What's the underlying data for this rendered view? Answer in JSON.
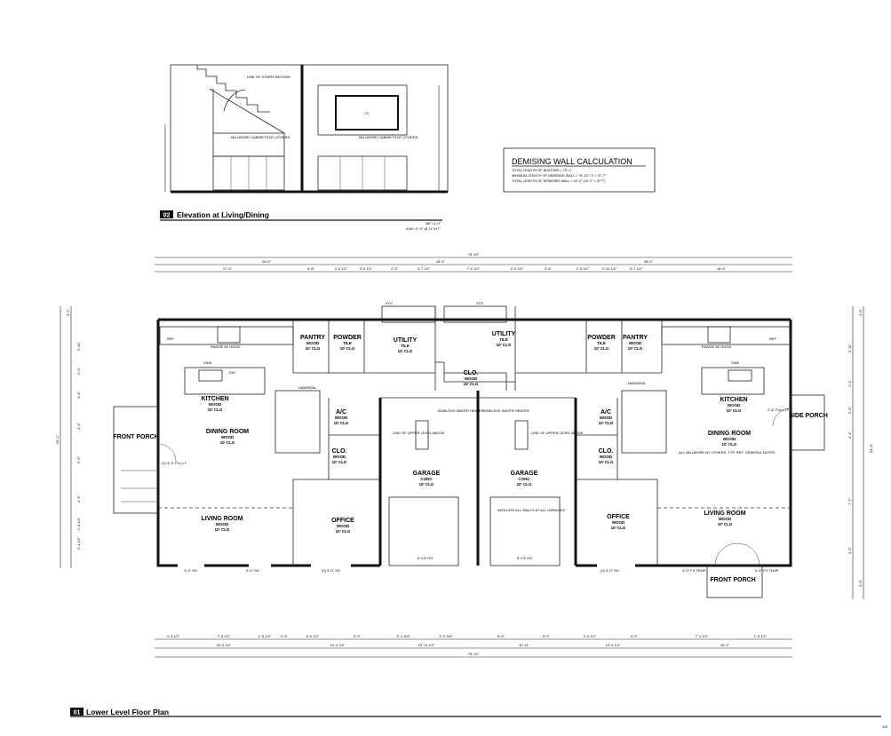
{
  "elevation": {
    "number": "02",
    "title": "Elevation at Living/Dining",
    "scale_line1": "3/8\"=1'-0\"",
    "scale_line2": "3/16\"=1'-0\" @ 11\"x17\"",
    "notes": [
      "LINE OF STAIRS BEYOND",
      "MILLWORK CABINETS BY OTHERS",
      "MILLWORK CABINETS BY OTHERS",
      "TV"
    ]
  },
  "demising": {
    "title": "DEMISING WALL CALCULATION",
    "lines": [
      "TOTAL LENGTH OF BUILDING = 75'-1\"",
      "MINIMUM LENGTH OF DEMISING WALL = 75'-10\" / 2 = 37'-7\"",
      "TOTAL LENGTH OF DEMISING WALL = 42'-2\" (42'-2\" > 37'7\")"
    ]
  },
  "plan": {
    "number": "01",
    "title": "Lower Level Floor Plan",
    "scale": "1/8\"",
    "rooms": [
      {
        "name": "KITCHEN",
        "sub": [
          "WOOD",
          "10' CLG"
        ]
      },
      {
        "name": "DINING ROOM",
        "sub": [
          "WOOD",
          "10' CLG"
        ]
      },
      {
        "name": "LIVING ROOM",
        "sub": [
          "WOOD",
          "10' CLG"
        ]
      },
      {
        "name": "OFFICE",
        "sub": [
          "WOOD",
          "10' CLG"
        ]
      },
      {
        "name": "PANTRY",
        "sub": [
          "WOOD",
          "10' CLG"
        ]
      },
      {
        "name": "POWDER",
        "sub": [
          "TILE",
          "10' CLG"
        ]
      },
      {
        "name": "UTILITY",
        "sub": [
          "TILE",
          "10' CLG"
        ]
      },
      {
        "name": "CLO.",
        "sub": [
          "WOOD",
          "10' CLG"
        ]
      },
      {
        "name": "A/C",
        "sub": [
          "WOOD",
          "10' CLG"
        ]
      },
      {
        "name": "CLO.",
        "sub": [
          "WOOD",
          "10' CLG"
        ]
      },
      {
        "name": "GARAGE",
        "sub": [
          "CONC",
          "10' CLG"
        ]
      },
      {
        "name": "GARAGE",
        "sub": [
          "CONC",
          "10' CLG"
        ]
      },
      {
        "name": "UTILITY",
        "sub": [
          "TILE",
          "10' CLG"
        ]
      },
      {
        "name": "POWDER",
        "sub": [
          "TILE",
          "10' CLG"
        ]
      },
      {
        "name": "PANTRY",
        "sub": [
          "WOOD",
          "10' CLG"
        ]
      },
      {
        "name": "KITCHEN",
        "sub": [
          "WOOD",
          "10' CLG"
        ]
      },
      {
        "name": "DINING ROOM",
        "sub": [
          "WOOD",
          "10' CLG"
        ]
      },
      {
        "name": "A/C",
        "sub": [
          "WOOD",
          "10' CLG"
        ]
      },
      {
        "name": "CLO.",
        "sub": [
          "WOOD",
          "10' CLG"
        ]
      },
      {
        "name": "OFFICE",
        "sub": [
          "WOOD",
          "10' CLG"
        ]
      },
      {
        "name": "LIVING ROOM",
        "sub": [
          "WOOD",
          "10' CLG"
        ]
      },
      {
        "name": "FRONT PORCH",
        "sub": []
      },
      {
        "name": "SIDE PORCH",
        "sub": []
      },
      {
        "name": "FRONT PORCH",
        "sub": []
      }
    ],
    "notes": [
      "TANKLESS WATER HEATER",
      "TANKLESS WATER HEATER",
      "LINE OF UPPER LEVEL ABOVE",
      "LINE OF UPPER LEVEL ABOVE",
      "INSULATE ALL WALLS AT ALL GARAGES",
      "ALL MILLWORK BY OTHERS, TYP. REF. GENERAL NOTES",
      "HANDRAIL",
      "HANDRAIL",
      "RANGE W/ HOOD",
      "RANGE W/ HOOD",
      "REF",
      "REF",
      "SINK",
      "SINK",
      "DW",
      "VTO",
      "VTO",
      "8' x 8' OH",
      "8' x 8' OH"
    ],
    "dims_top": {
      "overall": "75'-10\"",
      "left_half": "26'-0\"",
      "mid": "18'-4\"",
      "right_half": "36'-0\"",
      "row2": [
        "17'-0\"",
        "3'-8\"",
        "2'-6 1/2\"",
        "3'-0 1/2\"",
        "2'-0\"",
        "3'-7 1/2\"",
        "7'-0 1/2\"",
        "2'-0 1/2\"",
        "4'-6\"",
        "2'-5 1/2\"",
        "2'-10 1/2\"",
        "3'-7 1/2\"",
        "18'-9\""
      ]
    },
    "dims_bottom": {
      "row1": [
        "4'-3 1/2\"",
        "7'-6 1/2\"",
        "2'-5 1/2\"",
        "2'-6\"",
        "5'-0 1/2\"",
        "5'-4\"",
        "5'-1 3/4\"",
        "5'-3 3/4\"",
        "8'-6\"",
        "5'-0\"",
        "2'-0 1/2\"",
        "5'-4\"",
        "7'-1 1/2\"",
        "7'-3 1/2\""
      ],
      "row2": [
        "16'-6 1/2\"",
        "10'-4 1/2\"",
        "10'-11 1/2\"",
        "10'-11\"",
        "10'-4 1/2\"",
        "16'-2\""
      ],
      "overall": "75'-10\""
    },
    "dims_left": [
      "3'-2\"",
      "5'-11\"",
      "2'-0\"",
      "4'-6\"",
      "4'-4\"",
      "5'-6\"",
      "4'-9\"",
      "2'-6 1/2\"",
      "3'-4 1/2\""
    ],
    "dims_left_overall": "29'-2\"",
    "dims_right": [
      "1'-6\"",
      "5'-11\"",
      "7'-1\"",
      "2'-6\"",
      "4'-4\"",
      "7'-7\"",
      "3'-6\"",
      "3'-6\""
    ],
    "dims_right_overall": "34'-0\"",
    "window_tags": [
      "3'-0\" SH",
      "3'-0\" SH",
      "(2) 3'-0\" SH",
      "(2) 3'-0\" SH",
      "3'-0\" FX TEMP",
      "3'-6\" FX TEMP",
      "(2) 3'-0\" FX LLT",
      "2'-6\" FULL LT"
    ]
  }
}
